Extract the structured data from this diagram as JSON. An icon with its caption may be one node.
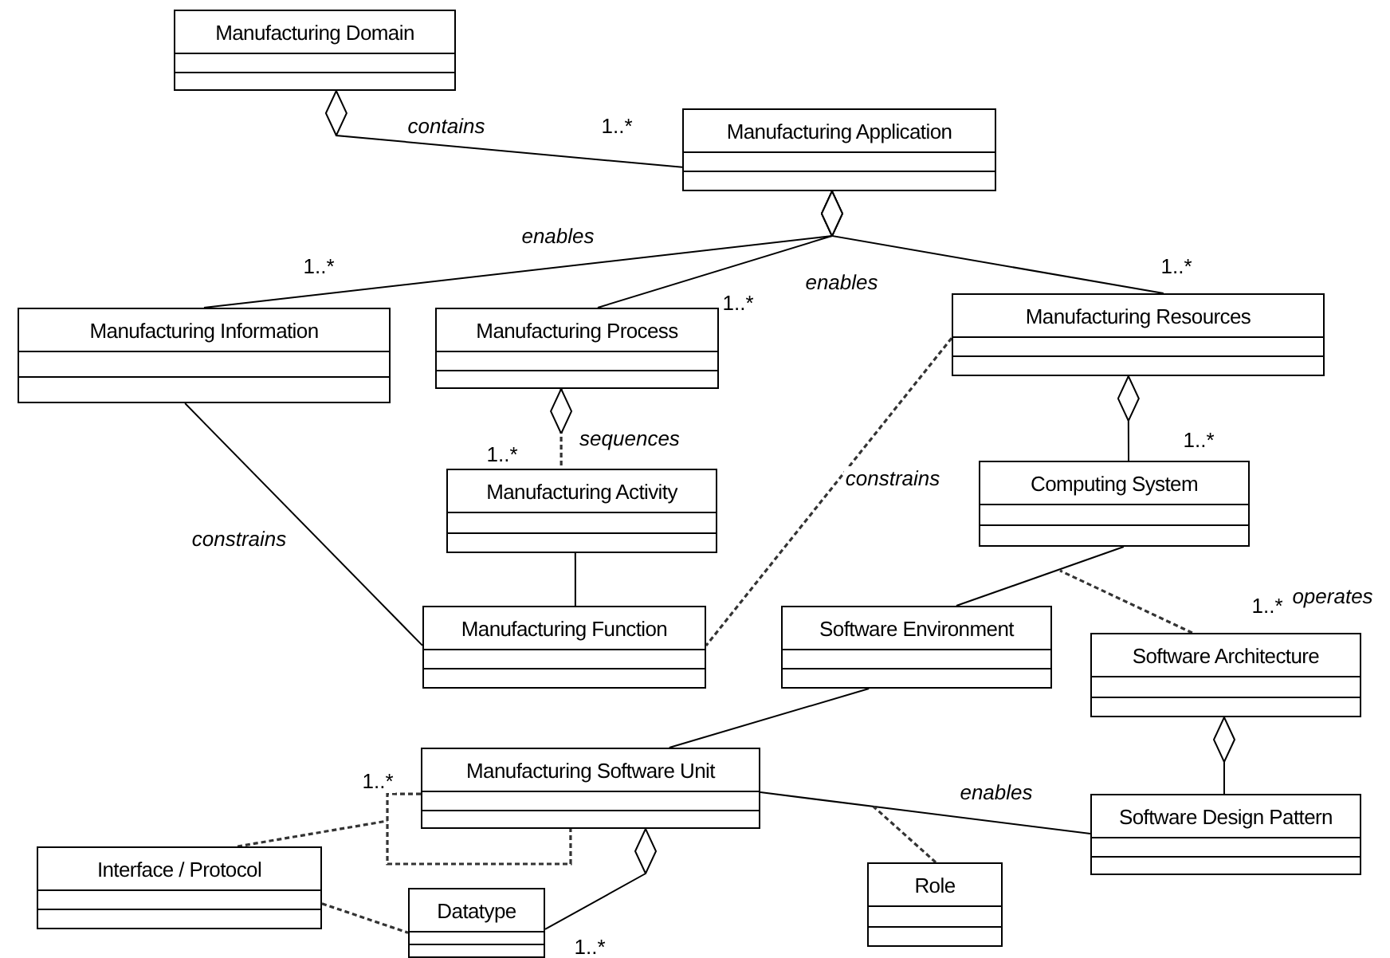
{
  "diagram": {
    "nodes": [
      {
        "text": [
          "Manufacturing Domain"
        ]
      },
      {
        "text": [
          "Manufacturing Application"
        ]
      },
      {
        "text": [
          "Manufacturing Information"
        ]
      },
      {
        "text": [
          "Manufacturing Process"
        ]
      },
      {
        "text": [
          "Manufacturing Resources"
        ]
      },
      {
        "text": [
          "Computing System"
        ]
      },
      {
        "text": [
          "Manufacturing Activity"
        ]
      },
      {
        "text": [
          "Manufacturing Function"
        ]
      },
      {
        "text": [
          "Software Environment"
        ]
      },
      {
        "text": [
          "Software Architecture"
        ]
      },
      {
        "text": [
          "Manufacturing Software Unit"
        ]
      },
      {
        "text": [
          "Software Design Pattern"
        ]
      },
      {
        "text": [
          "Interface / Protocol"
        ]
      },
      {
        "text": [
          "Role"
        ]
      },
      {
        "text": [
          "Datatype"
        ]
      }
    ],
    "edges": [
      {
        "from": 0,
        "to": 1,
        "arrow": "other",
        "label": "contains"
      },
      {
        "from": 1,
        "to": 2,
        "arrow": "other",
        "label": "enables"
      },
      {
        "from": 1,
        "to": 3,
        "arrow": "other"
      },
      {
        "from": 1,
        "to": 4,
        "arrow": "other",
        "label": "enables"
      },
      {
        "from": 3,
        "to": 6,
        "arrow": "other",
        "label": "sequences",
        "style": "dashed"
      },
      {
        "from": 4,
        "to": 5,
        "arrow": "other"
      },
      {
        "from": 2,
        "to": 7,
        "arrow": "none",
        "label": "constrains"
      },
      {
        "from": 4,
        "to": 7,
        "arrow": "none",
        "label": "constrains",
        "style": "dashed"
      },
      {
        "from": 6,
        "to": 7,
        "arrow": "none"
      },
      {
        "from": 5,
        "to": 8,
        "arrow": "none"
      },
      {
        "from": 9,
        "to": null,
        "arrow": "none",
        "label": "operates",
        "style": "dashed"
      },
      {
        "from": 8,
        "to": 10,
        "arrow": "none"
      },
      {
        "from": 10,
        "to": 11,
        "arrow": "none",
        "label": "enables"
      },
      {
        "from": 13,
        "to": null,
        "arrow": "none",
        "style": "dashed"
      },
      {
        "from": 10,
        "to": 10,
        "arrow": "none",
        "style": "dashed"
      },
      {
        "from": 12,
        "to": null,
        "arrow": "none",
        "style": "dashed"
      },
      {
        "from": 10,
        "to": 14,
        "arrow": "other"
      },
      {
        "from": 12,
        "to": 14,
        "arrow": "none",
        "style": "dashed"
      },
      {
        "from": 9,
        "to": 11,
        "arrow": "other"
      }
    ],
    "labels": [
      "1..*",
      "1..*",
      "1..*",
      "1..*",
      "1..*",
      "1..*",
      "1..*",
      "1..*",
      "1..*"
    ]
  }
}
